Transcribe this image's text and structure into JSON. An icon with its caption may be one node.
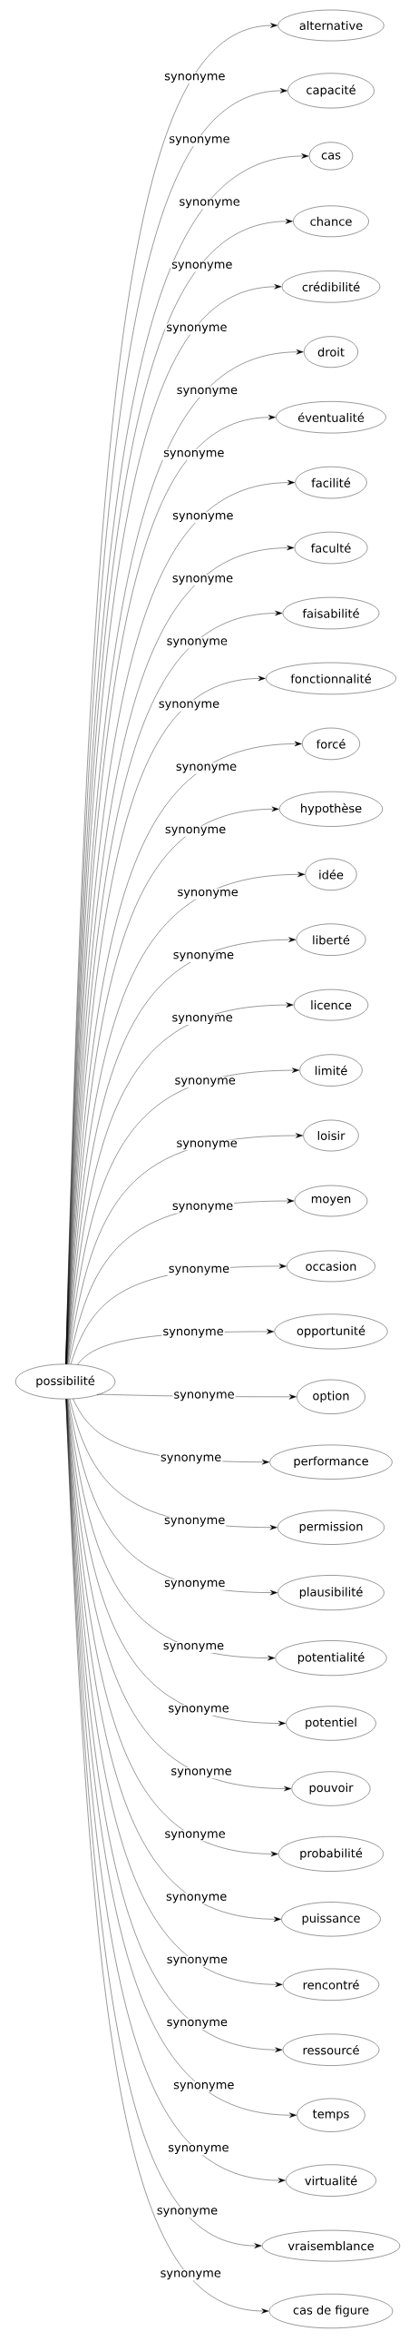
{
  "diagram": {
    "nodes": [
      {
        "text": [
          "possibilité"
        ]
      },
      {
        "text": [
          "alternative"
        ]
      },
      {
        "text": [
          "capacité"
        ]
      },
      {
        "text": [
          "cas"
        ]
      },
      {
        "text": [
          "chance"
        ]
      },
      {
        "text": [
          "crédibilité"
        ]
      },
      {
        "text": [
          "droit"
        ]
      },
      {
        "text": [
          "éventualité"
        ]
      },
      {
        "text": [
          "facilité"
        ]
      },
      {
        "text": [
          "faculté"
        ]
      },
      {
        "text": [
          "faisabilité"
        ]
      },
      {
        "text": [
          "fonctionnalité"
        ]
      },
      {
        "text": [
          "forcé"
        ]
      },
      {
        "text": [
          "hypothèse"
        ]
      },
      {
        "text": [
          "idée"
        ]
      },
      {
        "text": [
          "liberté"
        ]
      },
      {
        "text": [
          "licence"
        ]
      },
      {
        "text": [
          "limité"
        ]
      },
      {
        "text": [
          "loisir"
        ]
      },
      {
        "text": [
          "moyen"
        ]
      },
      {
        "text": [
          "occasion"
        ]
      },
      {
        "text": [
          "opportunité"
        ]
      },
      {
        "text": [
          "option"
        ]
      },
      {
        "text": [
          "performance"
        ]
      },
      {
        "text": [
          "permission"
        ]
      },
      {
        "text": [
          "plausibilité"
        ]
      },
      {
        "text": [
          "potentialité"
        ]
      },
      {
        "text": [
          "potentiel"
        ]
      },
      {
        "text": [
          "pouvoir"
        ]
      },
      {
        "text": [
          "probabilité"
        ]
      },
      {
        "text": [
          "puissance"
        ]
      },
      {
        "text": [
          "rencontré"
        ]
      },
      {
        "text": [
          "ressourcé"
        ]
      },
      {
        "text": [
          "temps"
        ]
      },
      {
        "text": [
          "virtualité"
        ]
      },
      {
        "text": [
          "vraisemblance"
        ]
      },
      {
        "text": [
          "cas de figure"
        ]
      }
    ],
    "edges": [
      {
        "from": 0,
        "to": 1,
        "arrow": "to",
        "label": "synonyme"
      },
      {
        "from": 0,
        "to": 2,
        "arrow": "to",
        "label": "synonyme"
      },
      {
        "from": 0,
        "to": 3,
        "arrow": "to",
        "label": "synonyme"
      },
      {
        "from": 0,
        "to": 4,
        "arrow": "to",
        "label": "synonyme"
      },
      {
        "from": 0,
        "to": 5,
        "arrow": "to",
        "label": "synonyme"
      },
      {
        "from": 0,
        "to": 6,
        "arrow": "to",
        "label": "synonyme"
      },
      {
        "from": 0,
        "to": 7,
        "arrow": "to",
        "label": "synonyme"
      },
      {
        "from": 0,
        "to": 8,
        "arrow": "to",
        "label": "synonyme"
      },
      {
        "from": 0,
        "to": 9,
        "arrow": "to",
        "label": "synonyme"
      },
      {
        "from": 0,
        "to": 10,
        "arrow": "to",
        "label": "synonyme"
      },
      {
        "from": 0,
        "to": 11,
        "arrow": "to",
        "label": "synonyme"
      },
      {
        "from": 0,
        "to": 12,
        "arrow": "to",
        "label": "synonyme"
      },
      {
        "from": 0,
        "to": 13,
        "arrow": "to",
        "label": "synonyme"
      },
      {
        "from": 0,
        "to": 14,
        "arrow": "to",
        "label": "synonyme"
      },
      {
        "from": 0,
        "to": 15,
        "arrow": "to",
        "label": "synonyme"
      },
      {
        "from": 0,
        "to": 16,
        "arrow": "to",
        "label": "synonyme"
      },
      {
        "from": 0,
        "to": 17,
        "arrow": "to",
        "label": "synonyme"
      },
      {
        "from": 0,
        "to": 18,
        "arrow": "to",
        "label": "synonyme"
      },
      {
        "from": 0,
        "to": 19,
        "arrow": "to",
        "label": "synonyme"
      },
      {
        "from": 0,
        "to": 20,
        "arrow": "to",
        "label": "synonyme"
      },
      {
        "from": 0,
        "to": 21,
        "arrow": "to",
        "label": "synonyme"
      },
      {
        "from": 0,
        "to": 22,
        "arrow": "to",
        "label": "synonyme"
      },
      {
        "from": 0,
        "to": 23,
        "arrow": "to",
        "label": "synonyme"
      },
      {
        "from": 0,
        "to": 24,
        "arrow": "to",
        "label": "synonyme"
      },
      {
        "from": 0,
        "to": 25,
        "arrow": "to",
        "label": "synonyme"
      },
      {
        "from": 0,
        "to": 26,
        "arrow": "to",
        "label": "synonyme"
      },
      {
        "from": 0,
        "to": 27,
        "arrow": "to",
        "label": "synonyme"
      },
      {
        "from": 0,
        "to": 28,
        "arrow": "to",
        "label": "synonyme"
      },
      {
        "from": 0,
        "to": 29,
        "arrow": "to",
        "label": "synonyme"
      },
      {
        "from": 0,
        "to": 30,
        "arrow": "to",
        "label": "synonyme"
      },
      {
        "from": 0,
        "to": 31,
        "arrow": "to",
        "label": "synonyme"
      },
      {
        "from": 0,
        "to": 32,
        "arrow": "to",
        "label": "synonyme"
      },
      {
        "from": 0,
        "to": 33,
        "arrow": "to",
        "label": "synonyme"
      },
      {
        "from": 0,
        "to": 34,
        "arrow": "to",
        "label": "synonyme"
      },
      {
        "from": 0,
        "to": 35,
        "arrow": "to",
        "label": "synonyme"
      },
      {
        "from": 0,
        "to": 36,
        "arrow": "to",
        "label": "synonyme"
      }
    ]
  }
}
